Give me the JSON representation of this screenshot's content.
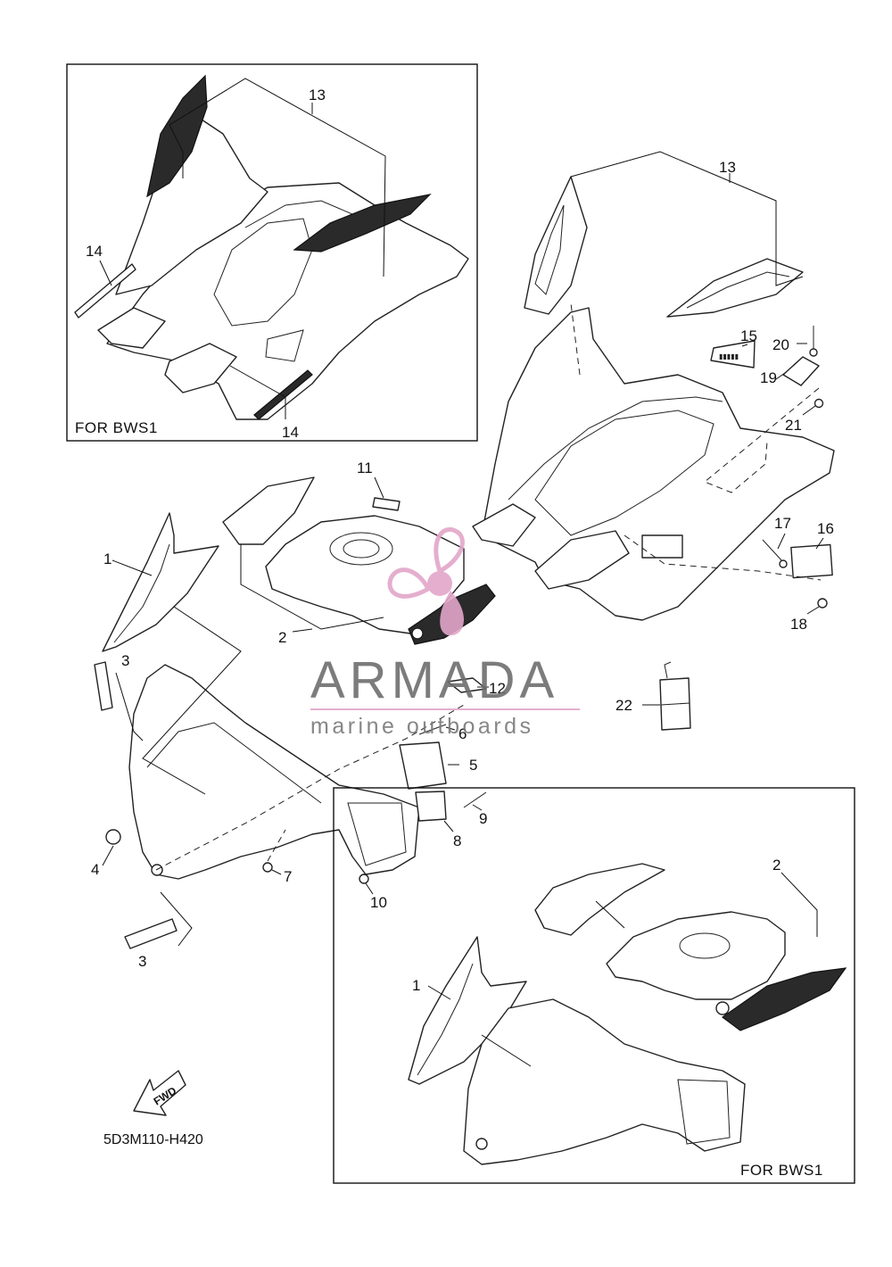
{
  "diagram": {
    "code": "5D3M110-H420",
    "frame_labels": [
      "FOR BWS1",
      "FOR BWS1"
    ],
    "fwd_label": "FWD",
    "callouts": {
      "c1a": "1",
      "c1b": "1",
      "c2a": "2",
      "c2b": "2",
      "c3a": "3",
      "c3b": "3",
      "c4": "4",
      "c5": "5",
      "c6": "6",
      "c7": "7",
      "c8": "8",
      "c9": "9",
      "c10": "10",
      "c11": "11",
      "c12": "12",
      "c13a": "13",
      "c13b": "13",
      "c14a": "14",
      "c14b": "14",
      "c15": "15",
      "c16": "16",
      "c17": "17",
      "c18": "18",
      "c19": "19",
      "c20": "20",
      "c21": "21",
      "c22": "22"
    }
  },
  "watermark": {
    "brand": "ARMADA",
    "tagline": "marine outboards",
    "colors": {
      "pink": "#e3a6c9",
      "gray": "#6e6e6e"
    }
  }
}
